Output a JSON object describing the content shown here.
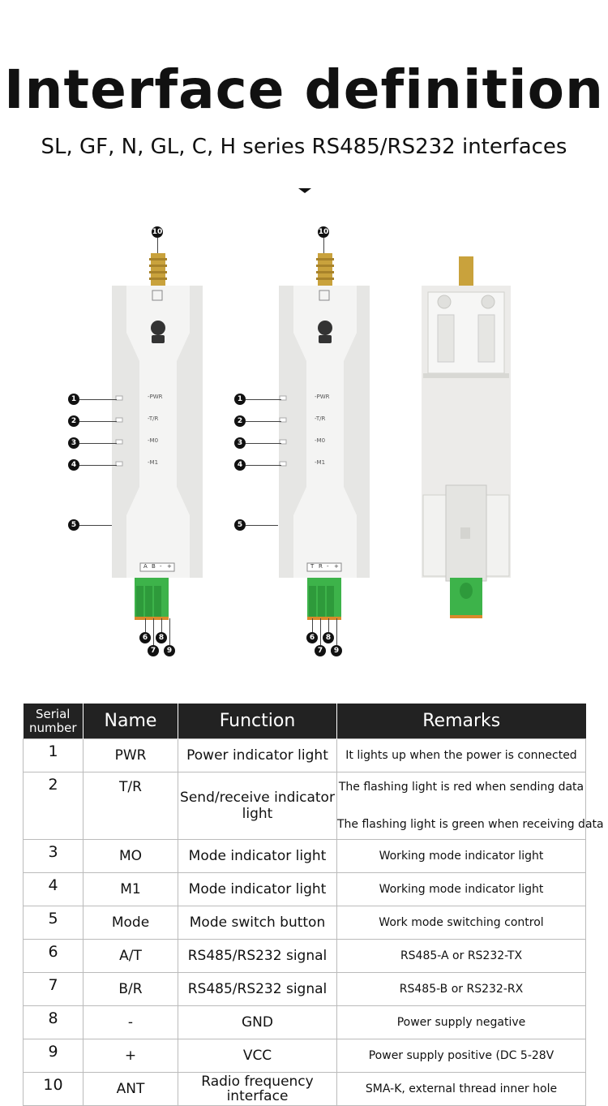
{
  "header": {
    "title": "Interface definition",
    "subtitle": "SL, GF, N, GL, C, H series RS485/RS232 interfaces"
  },
  "devices": [
    {
      "led_labels": [
        "-PWR",
        "-T/R",
        "-M0",
        "-M1"
      ],
      "terminal_labels": [
        "A",
        "B",
        "-",
        "+"
      ]
    },
    {
      "led_labels": [
        "-PWR",
        "-T/R",
        "-M0",
        "-M1"
      ],
      "terminal_labels": [
        "T",
        "R",
        "-",
        "+"
      ]
    }
  ],
  "markers": [
    "1",
    "2",
    "3",
    "4",
    "5",
    "6",
    "7",
    "8",
    "9",
    "10"
  ],
  "table": {
    "headers": [
      "Serial number",
      "Name",
      "Function",
      "Remarks"
    ],
    "rows": [
      {
        "num": "1",
        "name": "PWR",
        "function": "Power indicator light",
        "remarks": [
          "It lights up when the power is connected"
        ]
      },
      {
        "num": "2",
        "name": "T/R",
        "function": "Send/receive indicator light",
        "remarks": [
          "The flashing light is red when sending data",
          "The flashing light is green when receiving data"
        ]
      },
      {
        "num": "3",
        "name": "MO",
        "function": "Mode indicator light",
        "remarks": [
          "Working mode indicator light"
        ]
      },
      {
        "num": "4",
        "name": "M1",
        "function": "Mode indicator light",
        "remarks": [
          "Working mode indicator light"
        ]
      },
      {
        "num": "5",
        "name": "Mode",
        "function": "Mode switch button",
        "remarks": [
          "Work mode switching control"
        ]
      },
      {
        "num": "6",
        "name": "A/T",
        "function": "RS485/RS232 signal",
        "remarks": [
          "RS485-A or RS232-TX"
        ]
      },
      {
        "num": "7",
        "name": "B/R",
        "function": "RS485/RS232 signal",
        "remarks": [
          "RS485-B or RS232-RX"
        ]
      },
      {
        "num": "8",
        "name": "-",
        "function": "GND",
        "remarks": [
          "Power supply negative"
        ]
      },
      {
        "num": "9",
        "name": "+",
        "function": "VCC",
        "remarks": [
          "Power supply positive (DC 5-28V"
        ]
      },
      {
        "num": "10",
        "name": "ANT",
        "function": "Radio frequency interface",
        "remarks": [
          "SMA-K, external thread inner hole"
        ]
      }
    ]
  }
}
